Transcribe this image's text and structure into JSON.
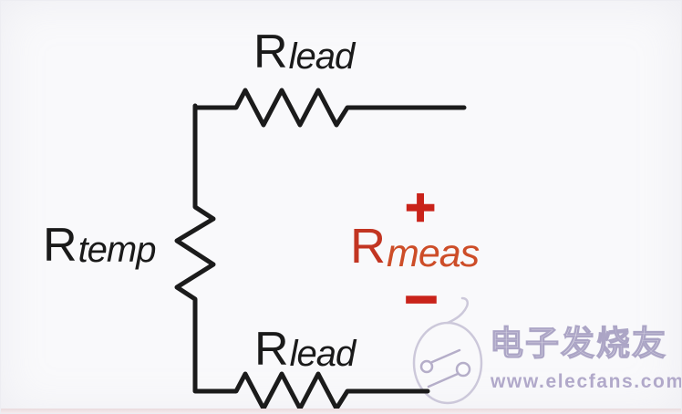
{
  "diagram": {
    "type": "circuit-schematic",
    "description": "2-wire resistance temperature measurement circuit",
    "resistors": {
      "top": {
        "symbol": "R",
        "subscript": "lead"
      },
      "left": {
        "symbol": "R",
        "subscript": "temp"
      },
      "bottom": {
        "symbol": "R",
        "subscript": "lead"
      }
    },
    "measurement": {
      "symbol": "R",
      "subscript": "meas",
      "plus_label": "+",
      "minus_label": "−"
    }
  },
  "watermark": {
    "brand_text": "电子发烧友",
    "site_url": "www.elecfans.com"
  },
  "colors": {
    "wire_black": "#1b1b1b",
    "label_black": "#1a1a1a",
    "terminal_red": "#c9231a",
    "meas_symbol_red": "#c23522",
    "meas_subscript_orange": "#cd4d28",
    "watermark_purple": "#aba3c6",
    "background": "#f9f9fb"
  }
}
